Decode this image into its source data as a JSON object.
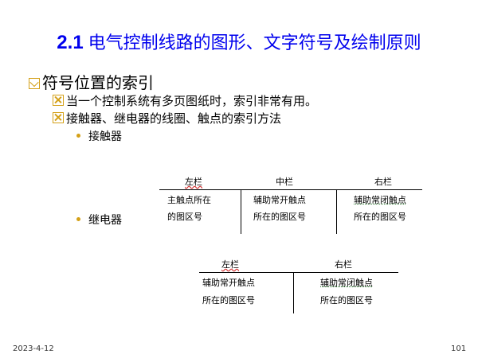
{
  "title": {
    "number": "2.1",
    "text": "电气控制线路的图形、文字符号及绘制原则"
  },
  "bullets": {
    "main": "符号位置的索引",
    "sub1": "当一个控制系统有多页图纸时，索引非常有用。",
    "sub2": "接触器、继电器的线圈、触点的索引方法",
    "item_contactor": "接触器",
    "item_relay": "继电器"
  },
  "contactor_table": {
    "headers": [
      "左栏",
      "中栏",
      "右栏"
    ],
    "cells": [
      [
        "主触点所在",
        "辅助常开触点",
        "辅助常闭触点"
      ],
      [
        "的图区号",
        "所在的图区号",
        "所在的图区号"
      ]
    ]
  },
  "relay_table": {
    "headers": [
      "左栏",
      "右栏"
    ],
    "cells": [
      [
        "辅助常开触点",
        "辅助常闭触点"
      ],
      [
        "所在的图区号",
        "所在的图区号"
      ]
    ]
  },
  "footer": {
    "date": "2023-4-12",
    "page": "101"
  },
  "colors": {
    "title": "#0000ee",
    "bullet": "#d4a017"
  }
}
